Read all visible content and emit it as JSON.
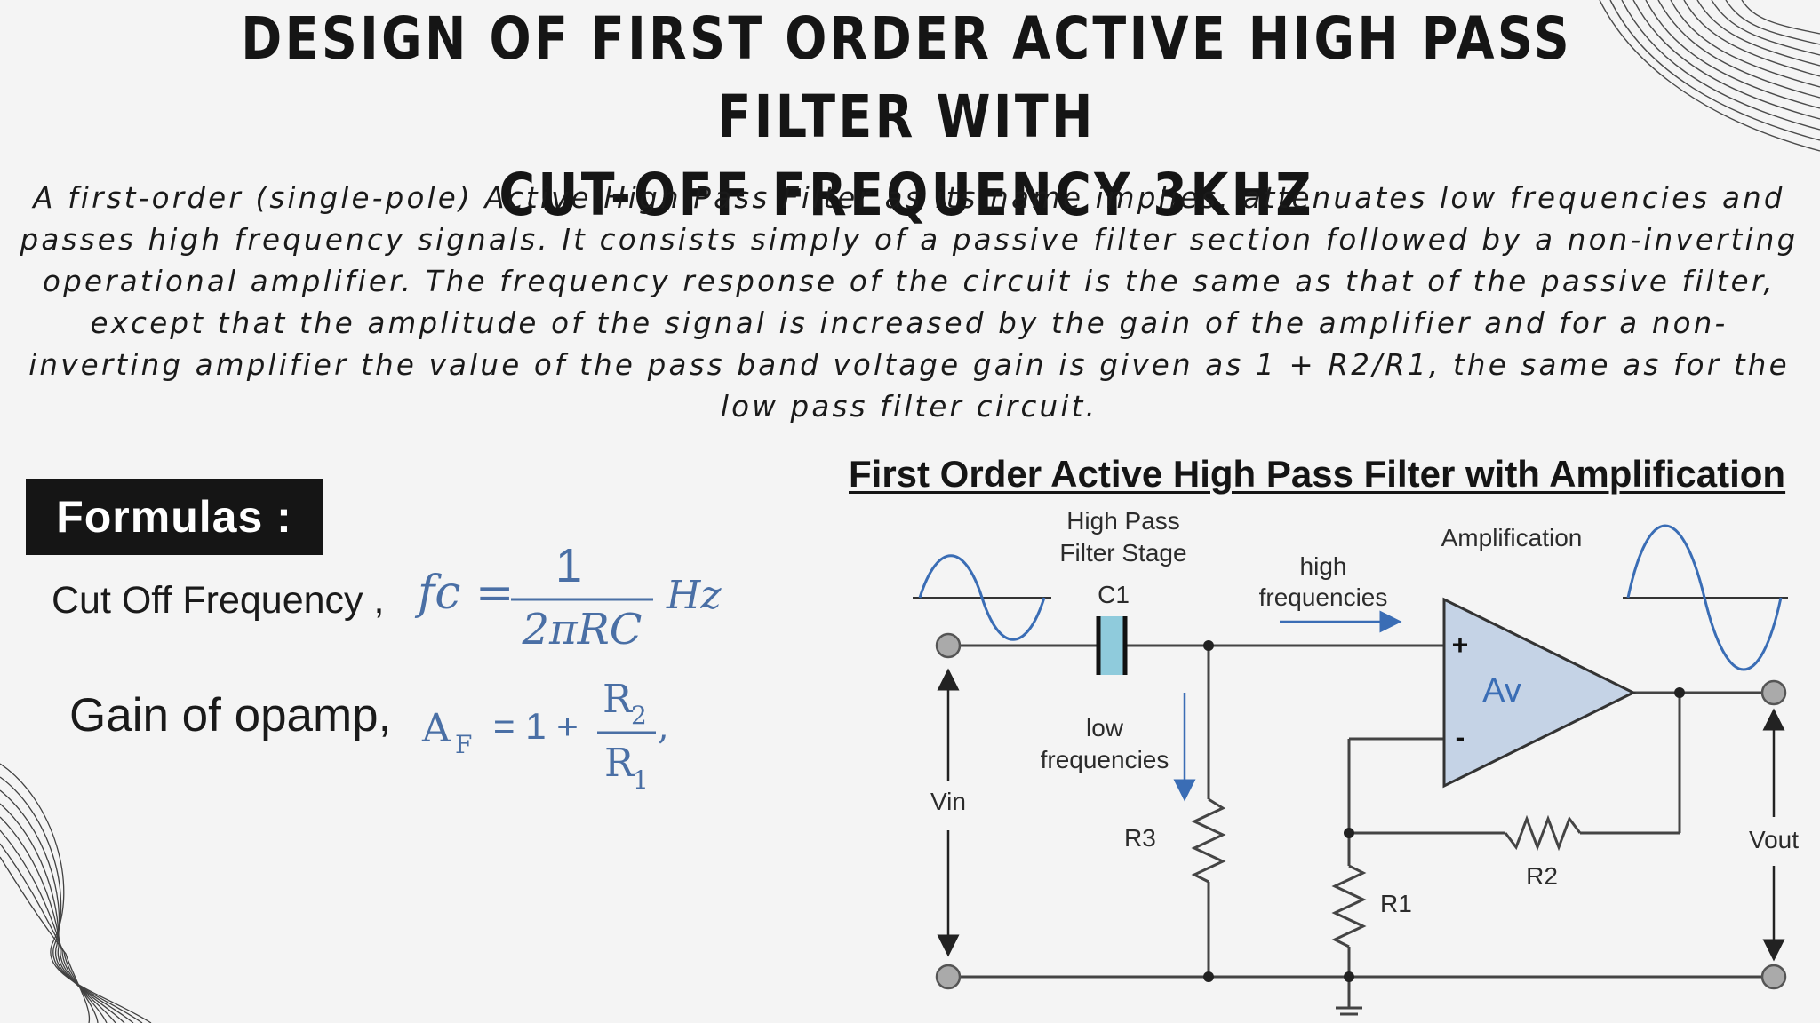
{
  "title": {
    "line1": "DESIGN OF FIRST ORDER ACTIVE HIGH PASS FILTER WITH",
    "line2": "CUT-OFF FREQUENCY 3KHZ"
  },
  "intro_text": "A first-order (single-pole) Active High Pass Filter as its name implies, attenuates low frequencies and passes high frequency signals. It consists simply of a passive filter section followed by a non-inverting operational amplifier. The frequency response of the circuit is the same as that of the passive filter, except that the amplitude of the signal is increased by the gain of the amplifier and for a non-inverting amplifier the value of the pass band voltage gain is given as 1 + R2/R1, the same as for the low pass filter circuit.",
  "formulas": {
    "heading": "Formulas :",
    "cutoff_label": "Cut Off Frequency ,",
    "cutoff_fc": "fc =",
    "cutoff_num": "1",
    "cutoff_den": "2πRC",
    "cutoff_unit": "Hz",
    "gain_label": "Gain of opamp,",
    "gain_lhs": "A",
    "gain_lhs_sub": "F",
    "gain_eq": "= 1 +",
    "gain_num": "R",
    "gain_num_sub": "2",
    "gain_den": "R",
    "gain_den_sub": "1",
    "gain_comma": ","
  },
  "diagram": {
    "title": "First Order Active High Pass Filter with Amplification",
    "stage_label_1": "High Pass",
    "stage_label_2": "Filter Stage",
    "amplification_label": "Amplification",
    "high_freq_1": "high",
    "high_freq_2": "frequencies",
    "low_freq_1": "low",
    "low_freq_2": "frequencies",
    "c1": "C1",
    "r1": "R1",
    "r2": "R2",
    "r3": "R3",
    "av": "Av",
    "plus": "+",
    "minus": "-",
    "vin": "Vin",
    "vout": "Vout"
  },
  "colors": {
    "background": "#f4f4f4",
    "formula_blue": "#4a6fa5",
    "opamp_fill": "#c5d3e6",
    "capacitor_fill": "#8fcbdc",
    "arrow_blue": "#3a6db5",
    "wire": "#444444"
  }
}
